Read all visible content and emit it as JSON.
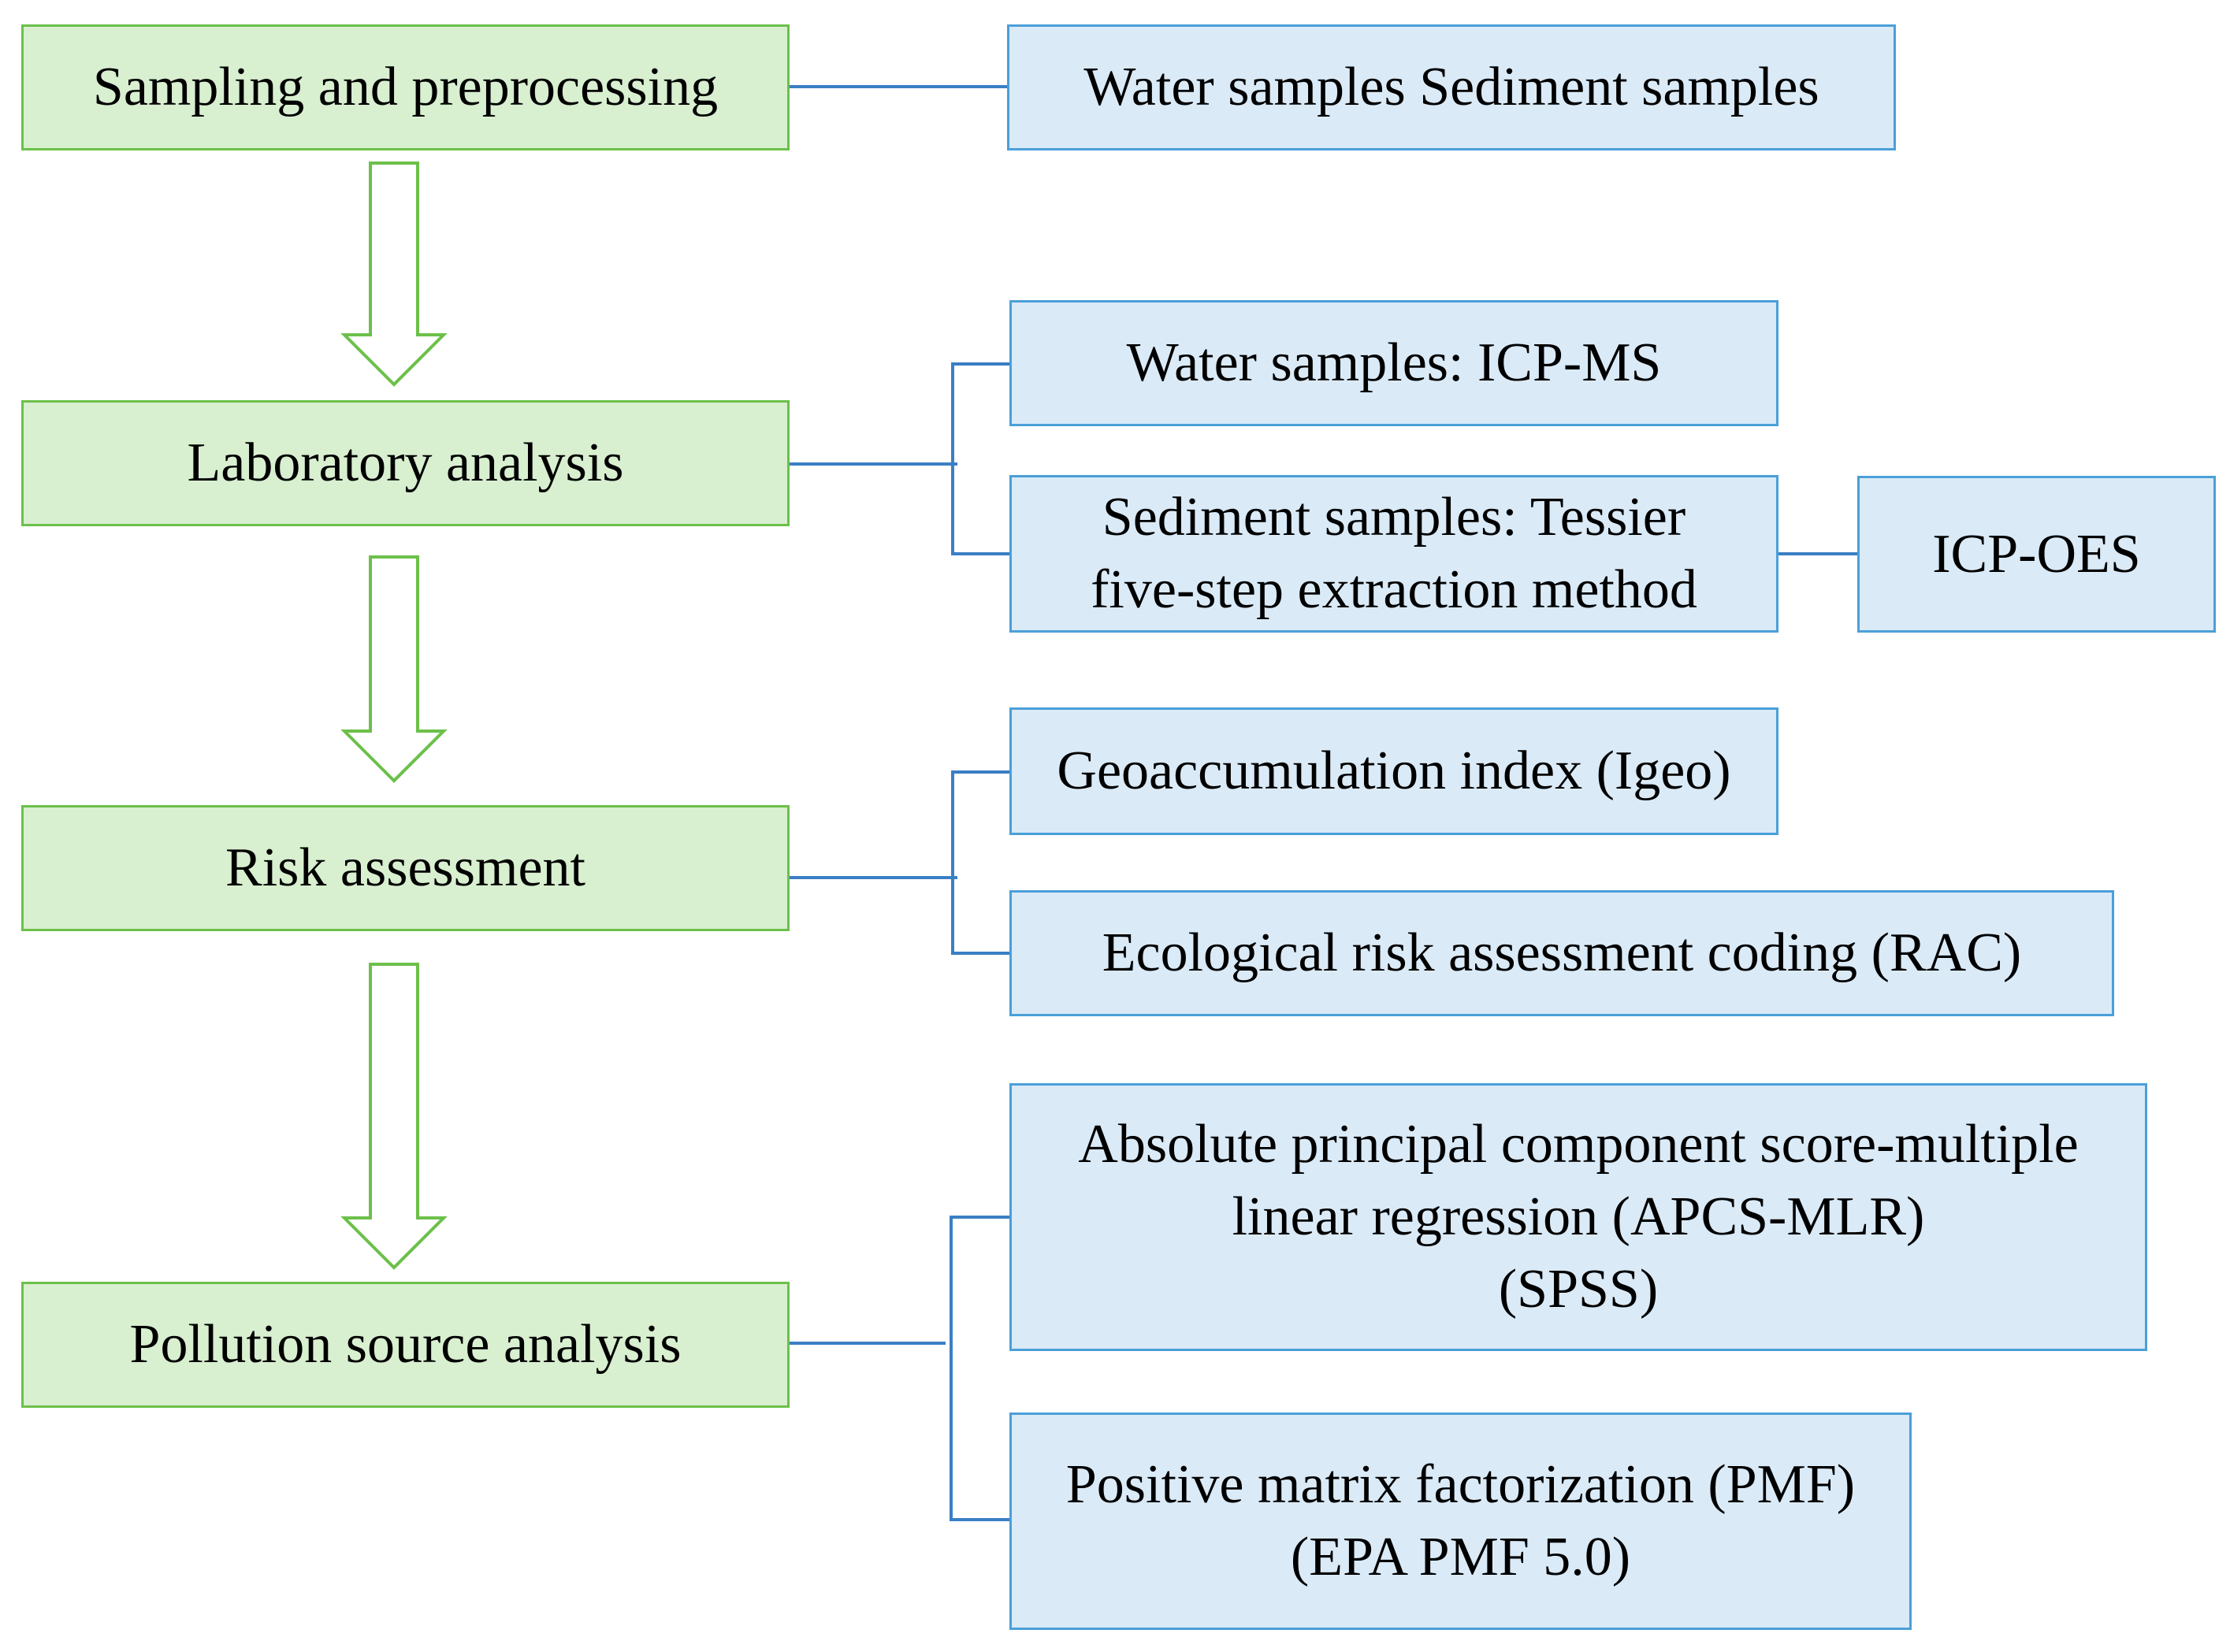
{
  "colors": {
    "step_fill": "#d8efd0",
    "step_border": "#6cc04a",
    "detail_fill": "#daeaf7",
    "detail_border": "#4a9fd8",
    "connector": "#3a7fc4",
    "arrow_stroke": "#6cc04a",
    "arrow_fill": "#ffffff"
  },
  "steps": [
    {
      "id": "sampling",
      "label": "Sampling and preprocessing"
    },
    {
      "id": "laboratory",
      "label": "Laboratory analysis"
    },
    {
      "id": "risk",
      "label": "Risk assessment"
    },
    {
      "id": "source",
      "label": "Pollution source analysis"
    }
  ],
  "details": {
    "samples": "Water samples Sediment samples",
    "water_icpms": "Water samples: ICP-MS",
    "sediment_tessier": "Sediment samples: Tessier\nfive-step extraction method",
    "icp_oes": "ICP-OES",
    "igeo": "Geoaccumulation index (Igeo)",
    "rac": "Ecological risk assessment coding (RAC)",
    "apcs_mlr": "Absolute principal component score-multiple\nlinear regression (APCS-MLR)\n(SPSS)",
    "pmf": "Positive matrix factorization (PMF)\n(EPA PMF 5.0)"
  }
}
